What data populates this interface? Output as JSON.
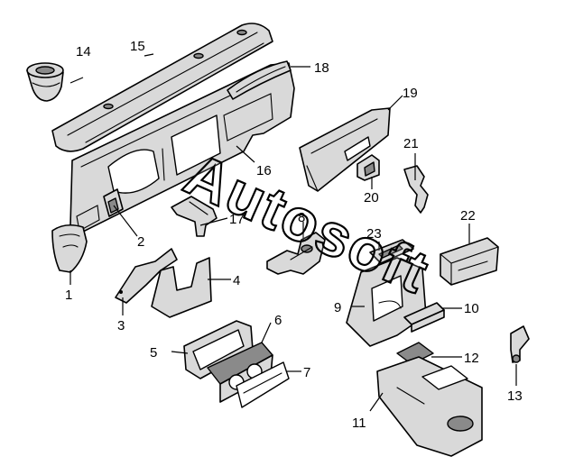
{
  "diagram": {
    "watermark": "Autosoft",
    "callouts": [
      "1",
      "2",
      "3",
      "4",
      "5",
      "6",
      "7",
      "8",
      "9",
      "10",
      "11",
      "12",
      "13",
      "14",
      "15",
      "16",
      "17",
      "18",
      "19",
      "20",
      "21",
      "22",
      "23"
    ],
    "colors": {
      "line": "#000000",
      "part_fill": "#d9d9d9",
      "dark_fill": "#8a8a8a",
      "background": "#ffffff"
    }
  }
}
